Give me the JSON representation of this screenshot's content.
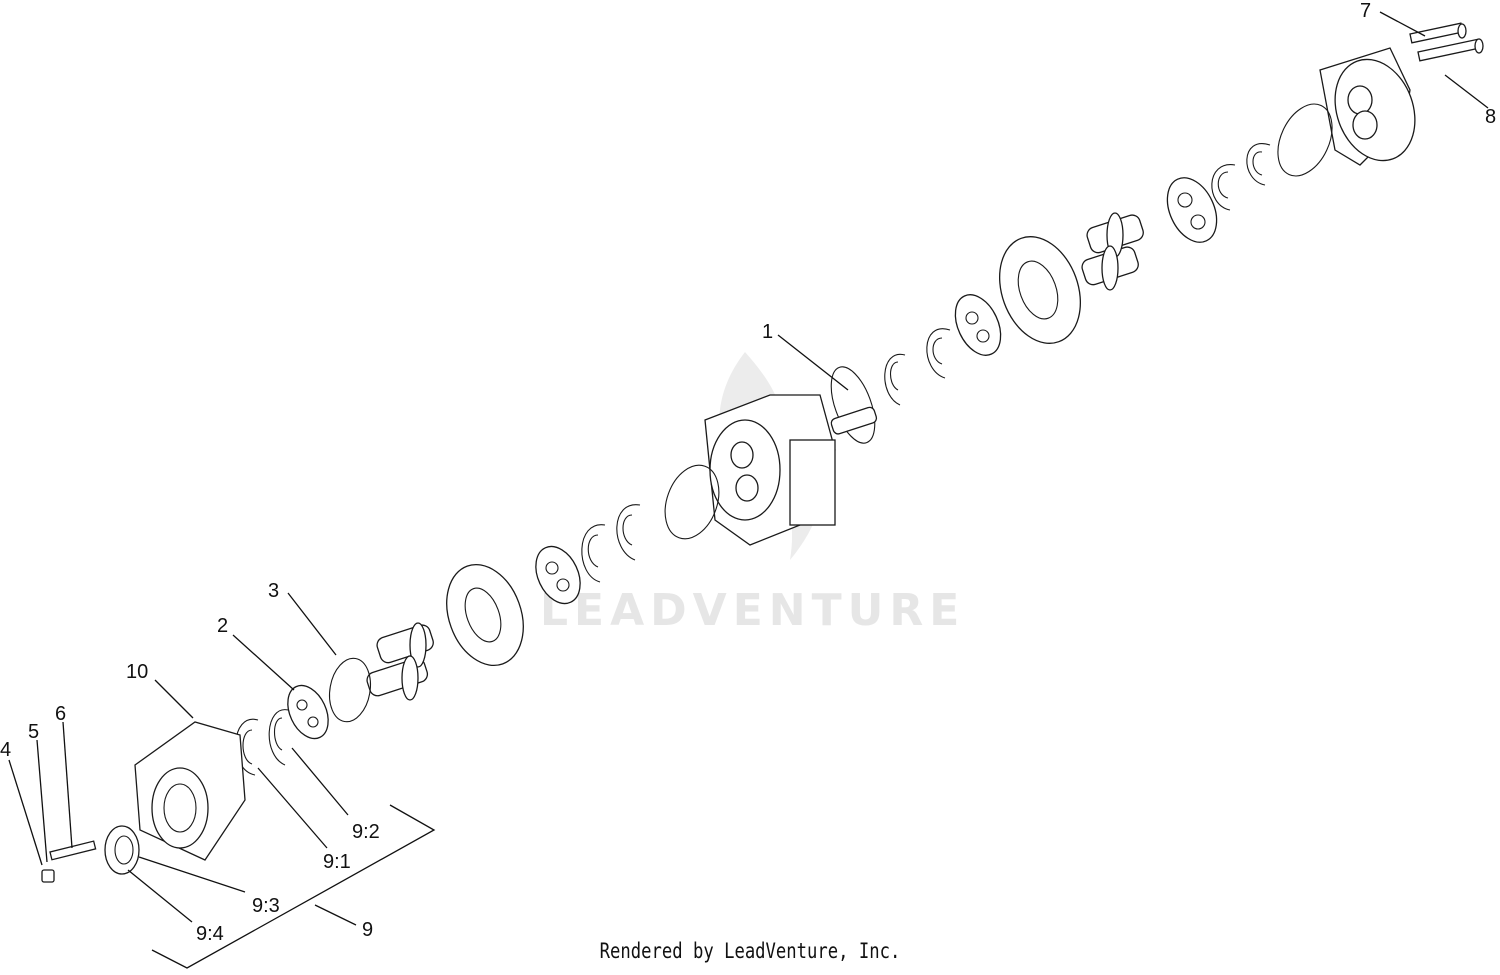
{
  "watermark": {
    "text": "LEADVENTURE"
  },
  "footer": {
    "text": "Rendered by LeadVenture, Inc."
  },
  "callouts": {
    "c1": "1",
    "c2": "2",
    "c3": "3",
    "c4": "4",
    "c5": "5",
    "c6": "6",
    "c7": "7",
    "c8": "8",
    "c9": "9",
    "c10": "10",
    "c9_1": "9:1",
    "c9_2": "9:2",
    "c9_3": "9:3",
    "c9_4": "9:4"
  }
}
